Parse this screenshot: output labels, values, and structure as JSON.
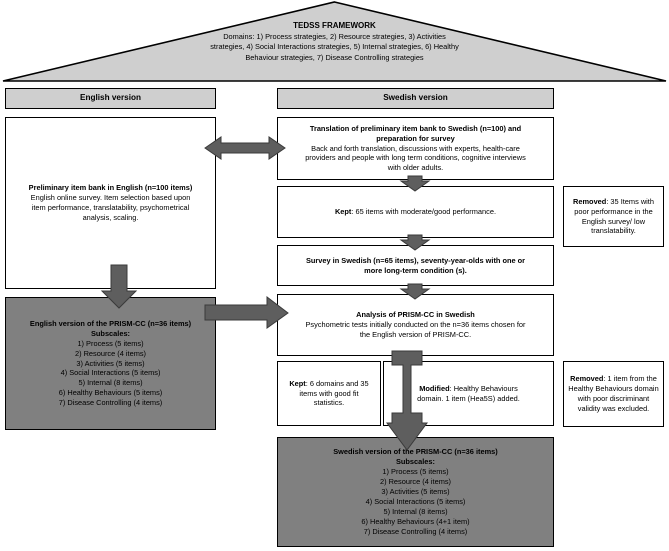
{
  "framework": {
    "title": "TEDSS FRAMEWORK",
    "lines": [
      "Domains: 1) Process strategies, 2) Resource strategies, 3) Activities",
      "strategies, 4) Social Interactions strategies, 5) Internal strategies, 6) Healthy",
      "Behaviour strategies, 7) Disease Controlling strategies"
    ]
  },
  "headers": {
    "english": "English version",
    "swedish": "Swedish version"
  },
  "english_column": {
    "preliminary": {
      "title": "Preliminary item bank in English (n=100 items)",
      "lines": [
        "English online survey. Item selection based upon",
        "item performance, translatability, psychometrical",
        "analysis, scaling."
      ]
    },
    "prism_cc": {
      "title": "English version of the PRISM-CC (n=36 items)",
      "subtitle": "Subscales:",
      "subscales": [
        "1)  Process (5 items)",
        "2) Resource (4 items)",
        "3) Activities (5 items)",
        "4) Social Interactions (5 items)",
        "5) Internal (8 items)",
        "6) Healthy Behaviours (5 items)",
        "7) Disease Controlling (4 items)"
      ]
    }
  },
  "swedish_column": {
    "translation": {
      "title_lines": [
        "Translation of preliminary item bank to Swedish (n=100) and",
        "preparation for survey"
      ],
      "lines": [
        "Back and forth translation, discussions with experts, health-care",
        "providers and people with long term conditions, cognitive interviews",
        "with older adults."
      ]
    },
    "kept_65": {
      "label": "Kept",
      "text": ": 65 items with moderate/good performance."
    },
    "survey": {
      "lines": [
        "Survey in Swedish (n=65 items), seventy-year-olds with one or",
        "more long-term condition (s)."
      ]
    },
    "analysis": {
      "title": "Analysis of PRISM-CC in Swedish",
      "lines": [
        "Psychometric tests initially conducted on the n=36 items chosen for",
        "the English version of PRISM-CC."
      ]
    },
    "kept_6": {
      "label": "Kept",
      "lines": [
        ": 6 domains and 35",
        "items with good fit",
        "statistics."
      ]
    },
    "modified": {
      "label": "Modified",
      "lines": [
        ": Healthy Behaviours",
        "domain. 1 item (Hea5S) added."
      ]
    },
    "prism_cc": {
      "title": "Swedish version of the PRISM-CC (n=36 items)",
      "subtitle": "Subscales:",
      "subscales": [
        "1)  Process (5 items)",
        "2) Resource (4 items)",
        "3) Activities (5 items)",
        "4) Social Interactions (5 items)",
        "5) Internal (8 items)",
        "6) Healthy Behaviours (4+1 item)",
        "7) Disease Controlling (4 items)"
      ]
    }
  },
  "removed_boxes": {
    "removed_35": {
      "label": "Removed",
      "lines": [
        ": 35 Items with",
        "poor performance in the",
        "English survey/ low",
        "translatability."
      ]
    },
    "removed_1": {
      "label": "Removed",
      "lines": [
        ": 1 item from the",
        "Healthy Behaviours domain",
        "with poor discriminant",
        "validity was excluded."
      ]
    }
  },
  "colors": {
    "roof_fill": "#cfcfcf",
    "header_fill": "#cfcfcf",
    "gray_box_fill": "#808080",
    "arrow_fill": "#5e5e5e",
    "stroke": "#000000"
  }
}
